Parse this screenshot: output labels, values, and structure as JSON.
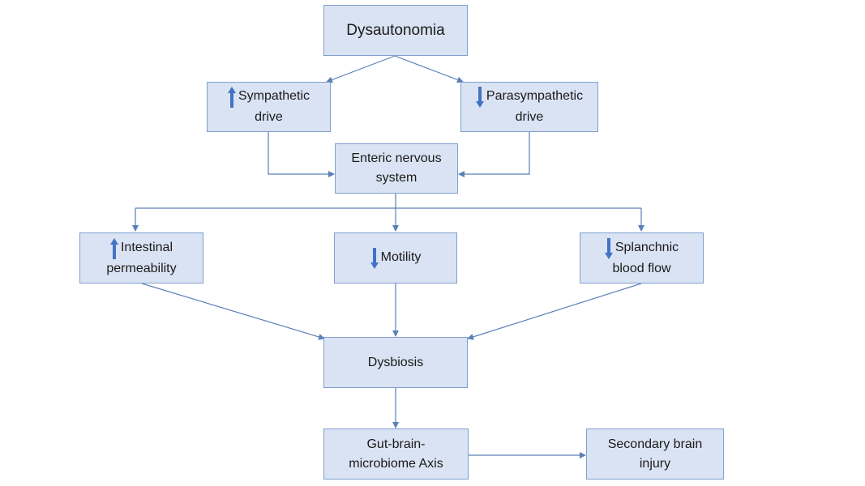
{
  "nodes": {
    "dysautonomia": {
      "text": "Dysautonomia"
    },
    "sympathetic": {
      "line1": "Sympathetic",
      "line2": "drive",
      "indicator": "up-arrow-icon"
    },
    "parasympathetic": {
      "line1": "Parasympathetic",
      "line2": "drive",
      "indicator": "down-arrow-icon"
    },
    "enteric": {
      "line1": "Enteric nervous",
      "line2": "system"
    },
    "intestinal": {
      "line1": "Intestinal",
      "line2": "permeability",
      "indicator": "up-arrow-icon"
    },
    "motility": {
      "text": "Motility",
      "indicator": "down-arrow-icon"
    },
    "splanchnic": {
      "line1": "Splanchnic",
      "line2": "blood flow",
      "indicator": "down-arrow-icon"
    },
    "dysbiosis": {
      "text": "Dysbiosis"
    },
    "gutbrain": {
      "line1": "Gut-brain-",
      "line2": "microbiome Axis"
    },
    "secondary": {
      "line1": "Secondary brain",
      "line2": "injury"
    }
  },
  "colors": {
    "box_fill": "#dae3f3",
    "box_border": "#7f9fcf",
    "connector": "#5b7fb8",
    "indicator_arrow": "#4472c4"
  }
}
